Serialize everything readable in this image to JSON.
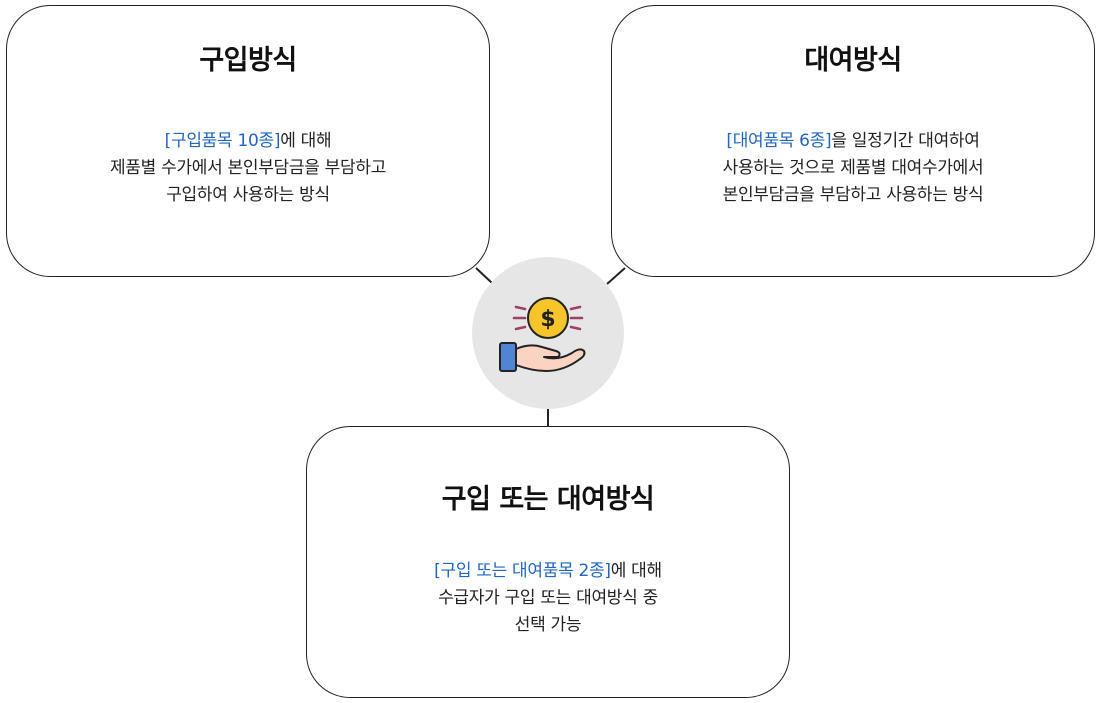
{
  "colors": {
    "highlight": "#1f65c1",
    "border": "#222222",
    "hub_background": "#e6e6e6",
    "coin": "#f5c52b",
    "sleeve": "#4f85d3",
    "hand": "#fbd3c2"
  },
  "icons": {
    "hub": "hand-holding-coin-icon"
  },
  "cards": {
    "purchase": {
      "title": "구입방식",
      "line1_highlight": "[구입품목 10종]",
      "line1_rest": "에 대해",
      "line2": "제품별 수가에서 본인부담금을 부담하고",
      "line3": "구입하여 사용하는 방식"
    },
    "rental": {
      "title": "대여방식",
      "line1_highlight": "[대여품목 6종]",
      "line1_rest": "을 일정기간 대여하여",
      "line2": "사용하는 것으로 제품별 대여수가에서",
      "line3": "본인부담금을 부담하고 사용하는 방식"
    },
    "either": {
      "title": "구입 또는 대여방식",
      "line1_highlight": "[구입 또는 대여품목 2종]",
      "line1_rest": "에 대해",
      "line2": "수급자가 구입 또는 대여방식 중",
      "line3": "선택 가능"
    }
  }
}
